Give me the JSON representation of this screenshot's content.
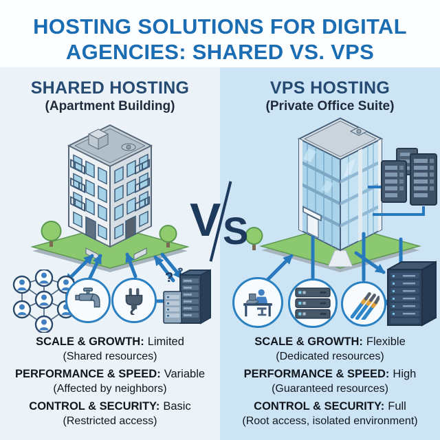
{
  "title": {
    "line1": "HOSTING SOLUTIONS FOR DIGITAL",
    "line2": "AGENCIES: SHARED VS. VPS"
  },
  "vs_badge": {
    "v": "V",
    "s": "S"
  },
  "left_panel": {
    "title": "SHARED HOSTING",
    "subtitle": "(Apartment Building)",
    "illustration": "isometric-apartment-building",
    "question_marks": [
      "?",
      "?"
    ],
    "icon_names": [
      "shared-users-network",
      "water-faucet",
      "power-plug",
      "overloaded-server"
    ],
    "features": [
      {
        "label": "SCALE & GROWTH:",
        "value": "Limited",
        "note": "(Shared resources)"
      },
      {
        "label": "PERFORMANCE & SPEED:",
        "value": "Variable",
        "note": "(Affected by neighbors)"
      },
      {
        "label": "CONTROL & SECURITY:",
        "value": "Basic",
        "note": "(Restricted access)"
      }
    ]
  },
  "right_panel": {
    "title": "VPS HOSTING",
    "subtitle": "(Private Office Suite)",
    "illustration": "isometric-glass-office-building-with-servers",
    "icon_names": [
      "developer-workstation",
      "dedicated-server-stack",
      "network-cables",
      "isolated-server-rack"
    ],
    "features": [
      {
        "label": "SCALE & GROWTH:",
        "value": "Flexible",
        "note": "(Dedicated resources)"
      },
      {
        "label": "PERFORMANCE & SPEED:",
        "value": "High",
        "note": "(Guaranteed resources)"
      },
      {
        "label": "CONTROL & SECURITY:",
        "value": "Full",
        "note": "(Root access, isolated environment)"
      }
    ]
  },
  "colors": {
    "title_blue": "#1a6cb3",
    "heading_navy": "#264b72",
    "vs_navy": "#1d3a5c",
    "arrow_blue": "#2878bd",
    "left_panel_bg": "#ebf2f8",
    "right_panel_bg": "#cde4f4",
    "lawn_green": "#8cc870",
    "window_blue": "#a6d2e8"
  }
}
